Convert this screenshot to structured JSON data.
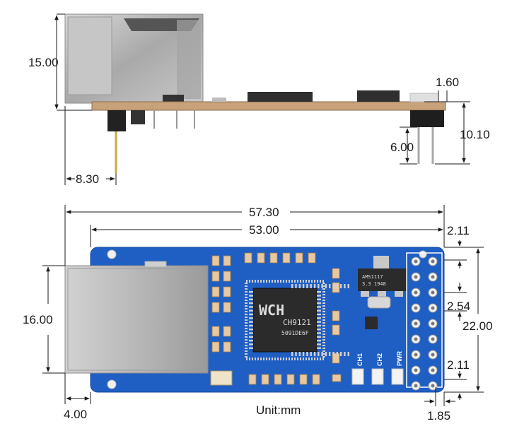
{
  "side_view": {
    "dimensions": {
      "height_jack": "15.00",
      "pcb_thickness": "1.60",
      "header_height": "10.10",
      "pin_length": "6.00",
      "pin_offset": "8.30"
    }
  },
  "top_view": {
    "dimensions": {
      "overall_length": "57.30",
      "pcb_length": "53.00",
      "jack_width": "16.00",
      "jack_overhang": "4.00",
      "board_width": "22.00",
      "edge_margin_top": "2.11",
      "pin_pitch": "2.54",
      "edge_margin_bottom": "2.11",
      "header_edge": "1.85"
    },
    "chip": {
      "brand": "WCH",
      "model": "CH9121",
      "code": "5091DE6F"
    },
    "regulator": {
      "line1": "AMS1117",
      "line2": "3.3  1948"
    },
    "leds": [
      "CH1",
      "CH2",
      "PWR"
    ],
    "header_pin_count": 9,
    "unit_label": "Unit:mm"
  },
  "colors": {
    "pcb_blue": "#1f5fc4",
    "pcb_side": "#c8a27a",
    "metal": "#b9b9b9",
    "chip": "#2b2b2b"
  }
}
